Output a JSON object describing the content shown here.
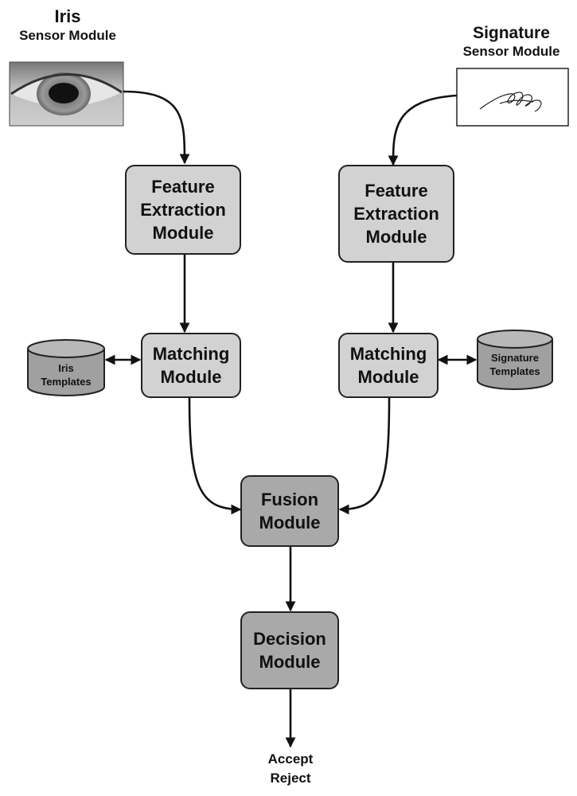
{
  "iris_sensor": {
    "title": "Iris",
    "subtitle": "Sensor Module"
  },
  "signature_sensor": {
    "title": "Signature",
    "subtitle": "Sensor Module"
  },
  "left": {
    "feature": [
      "Feature",
      "Extraction",
      "Module"
    ],
    "matching": [
      "Matching",
      "Module"
    ],
    "templates": [
      "Iris",
      "Templates"
    ]
  },
  "right": {
    "feature": [
      "Feature",
      "Extraction",
      "Module"
    ],
    "matching": [
      "Matching",
      "Module"
    ],
    "templates": [
      "Signature",
      "Templates"
    ]
  },
  "fusion": [
    "Fusion",
    "Module"
  ],
  "decision": [
    "Decision",
    "Module"
  ],
  "output": [
    "Accept",
    "Reject"
  ]
}
